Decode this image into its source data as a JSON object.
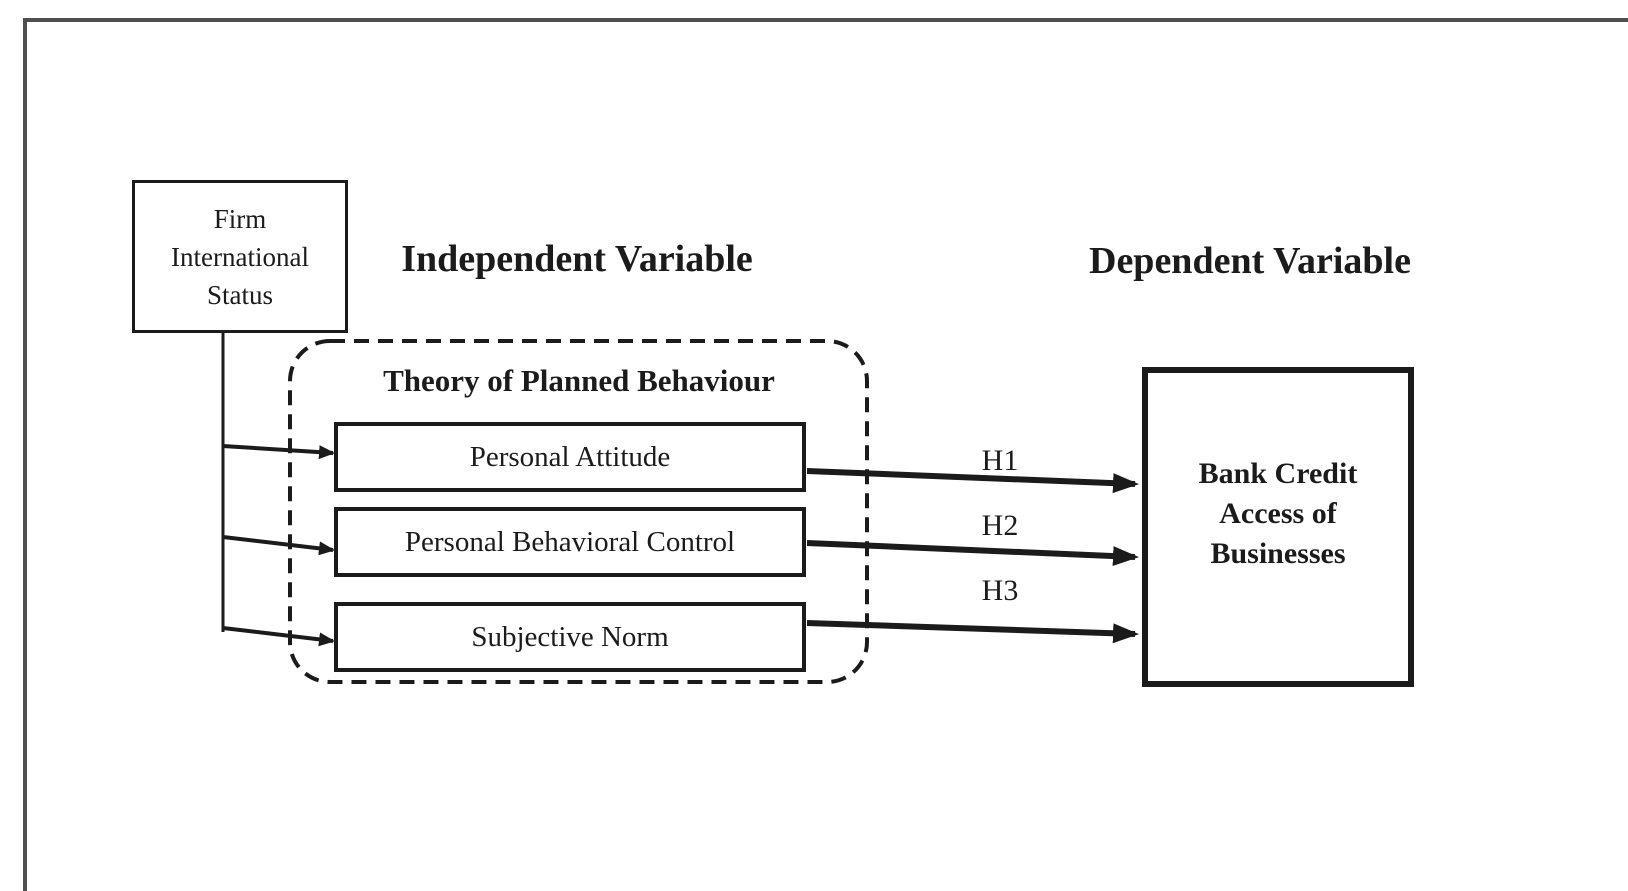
{
  "colors": {
    "line": "#1b1b1b",
    "frame": "#4f4f4f",
    "background": "#ffffff"
  },
  "headings": {
    "independent": "Independent Variable",
    "dependent": "Dependent Variable"
  },
  "firm_status_box": {
    "lines": [
      "Firm",
      "International",
      "Status"
    ]
  },
  "tpb": {
    "title": "Theory of Planned Behaviour",
    "boxes": [
      {
        "label": "Personal Attitude"
      },
      {
        "label": "Personal Behavioral Control"
      },
      {
        "label": "Subjective Norm"
      }
    ]
  },
  "dependent_box": {
    "lines": [
      "Bank Credit",
      "Access of",
      "Businesses"
    ]
  },
  "hypotheses": [
    {
      "label": "H1"
    },
    {
      "label": "H2"
    },
    {
      "label": "H3"
    }
  ]
}
